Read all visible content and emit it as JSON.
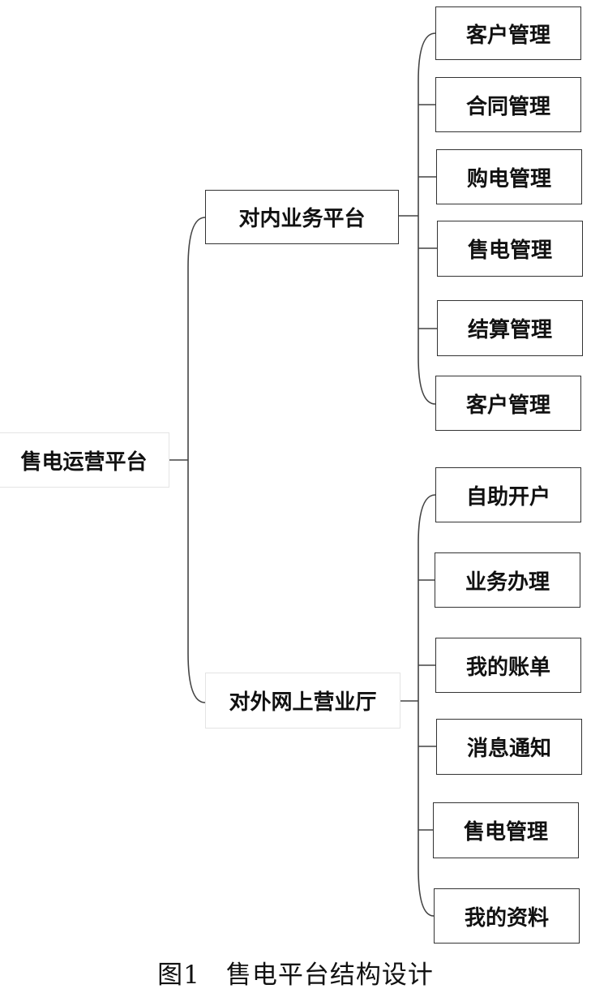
{
  "root": {
    "label": "售电运营平台"
  },
  "branches": [
    {
      "label": "对内业务平台",
      "children": [
        "客户管理",
        "合同管理",
        "购电管理",
        "售电管理",
        "结算管理",
        "客户管理"
      ]
    },
    {
      "label": "对外网上营业厅",
      "children": [
        "自助开户",
        "业务办理",
        "我的账单",
        "消息通知",
        "售电管理",
        "我的资料"
      ]
    }
  ],
  "caption": "图1　售电平台结构设计"
}
